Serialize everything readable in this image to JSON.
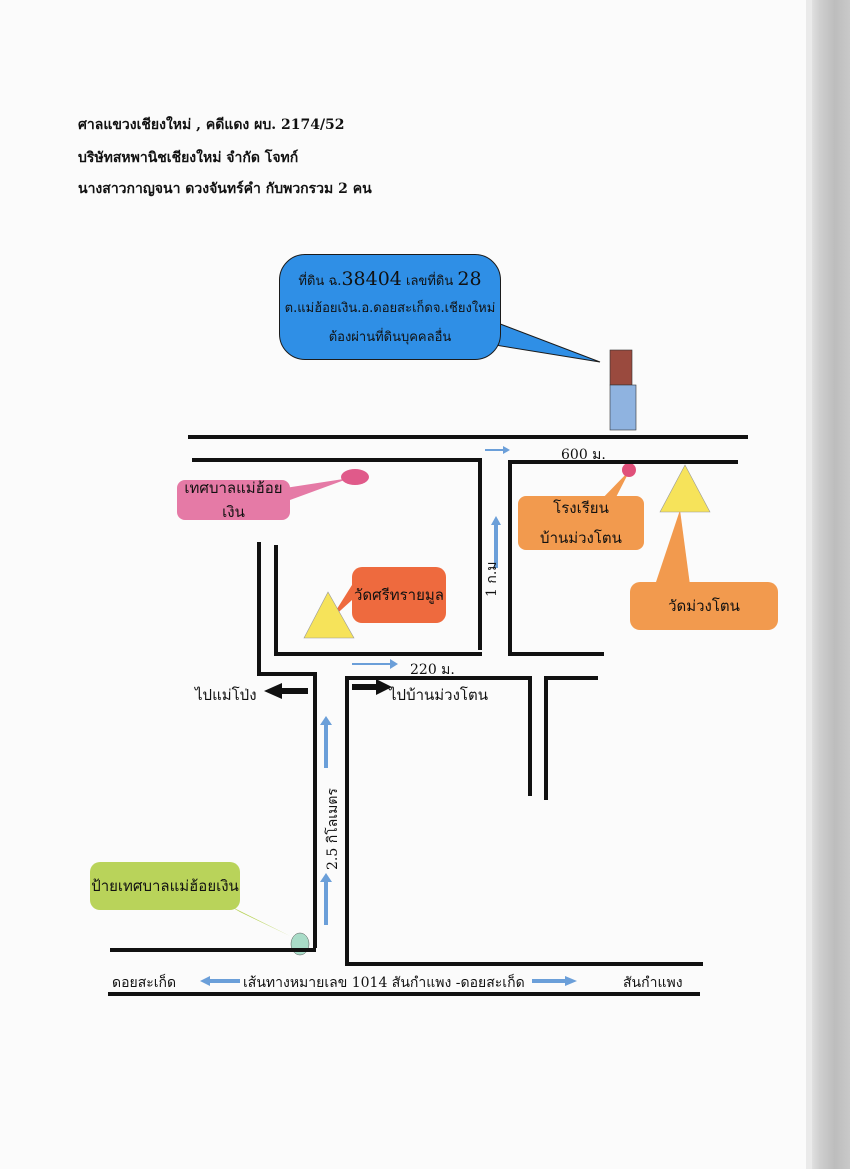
{
  "header": {
    "line1": "ศาลแขวงเชียงใหม่ , คดีแดง ผบ. 2174/52",
    "line2": "บริษัทสหพานิชเชียงใหม่ จำกัด โจทก์",
    "line3": "นางสาวกาญจนา ดวงจันทร์คำ กับพวกรวม 2 คน"
  },
  "callout_land": {
    "line1_prefix": "ที่ดิน ฉ.",
    "line1_num": "38404",
    "line1_mid": " เลขที่ดิน ",
    "line1_num2": "28",
    "line2": "ต.แม่ฮ้อยเงิน.อ.ดอยสะเก็ดจ.เชียงใหม่",
    "line3": "ต้องผ่านที่ดินบุคคลอื่น"
  },
  "labels": {
    "dist_600": "600 ม.",
    "municipality": "เทศบาลแม่ฮ้อยเงิน",
    "school_line1": "โรงเรียน",
    "school_line2": "บ้านม่วงโตน",
    "temple_sri": "วัดศรีทรายมูล",
    "temple_muang": "วัดม่วงโตน",
    "dist_1km": "1 ก.ม",
    "dist_220": "220 ม.",
    "to_mae_pong": "ไปแม่โป่ง",
    "to_ban_muang": "ไปบ้านม่วงโตน",
    "dist_2_5km": "2.5 กิโลเมตร",
    "sign": "ป้ายเทศบาลแม่ฮ้อยเงิน",
    "doi_saket": "ดอยสะเก็ด",
    "route": "เส้นทางหมายเลข 1014 สันกำแพง -ดอยสะเก็ด",
    "san_kamphaeng": "สันกำแพง"
  },
  "colors": {
    "callout_blue": "#2f8fe6",
    "municipality_pink": "#e57aa6",
    "school_orange": "#f29a4e",
    "temple_red": "#ee6a3e",
    "temple_orange": "#f29a4e",
    "sign_green": "#b9d35a",
    "triangle_yellow": "#f6e35a",
    "arrow_blue": "#6b9fd9",
    "building_top": "#9a4a3e",
    "building_bottom": "#8fb3e0"
  }
}
